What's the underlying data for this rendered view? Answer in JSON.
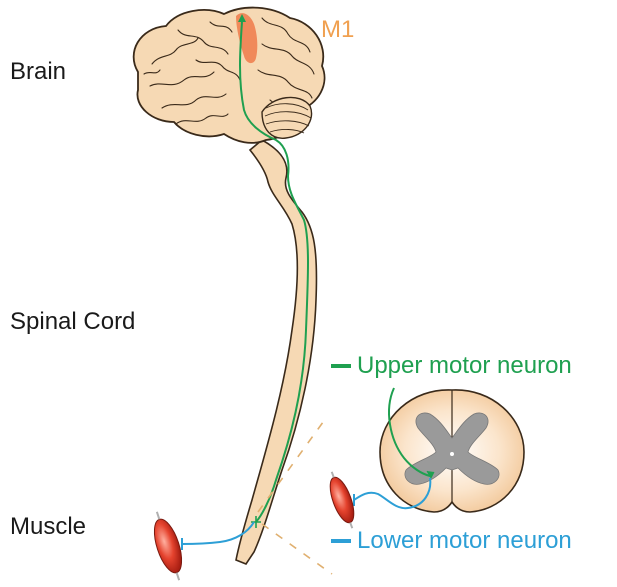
{
  "labels": {
    "brain": "Brain",
    "spinal_cord": "Spinal Cord",
    "muscle": "Muscle",
    "m1": "M1"
  },
  "legend": {
    "upper": "Upper motor neuron",
    "lower": "Lower motor neuron"
  },
  "colors": {
    "upper_motor_neuron": "#1fa050",
    "lower_motor_neuron": "#2d9fd6",
    "m1_region": "#f08050",
    "m1_text": "#f0a050",
    "tissue": "#f6d9b4",
    "outline": "#3a2a1a",
    "gray_matter": "#9a9a9a",
    "muscle": "#d93a2a"
  }
}
